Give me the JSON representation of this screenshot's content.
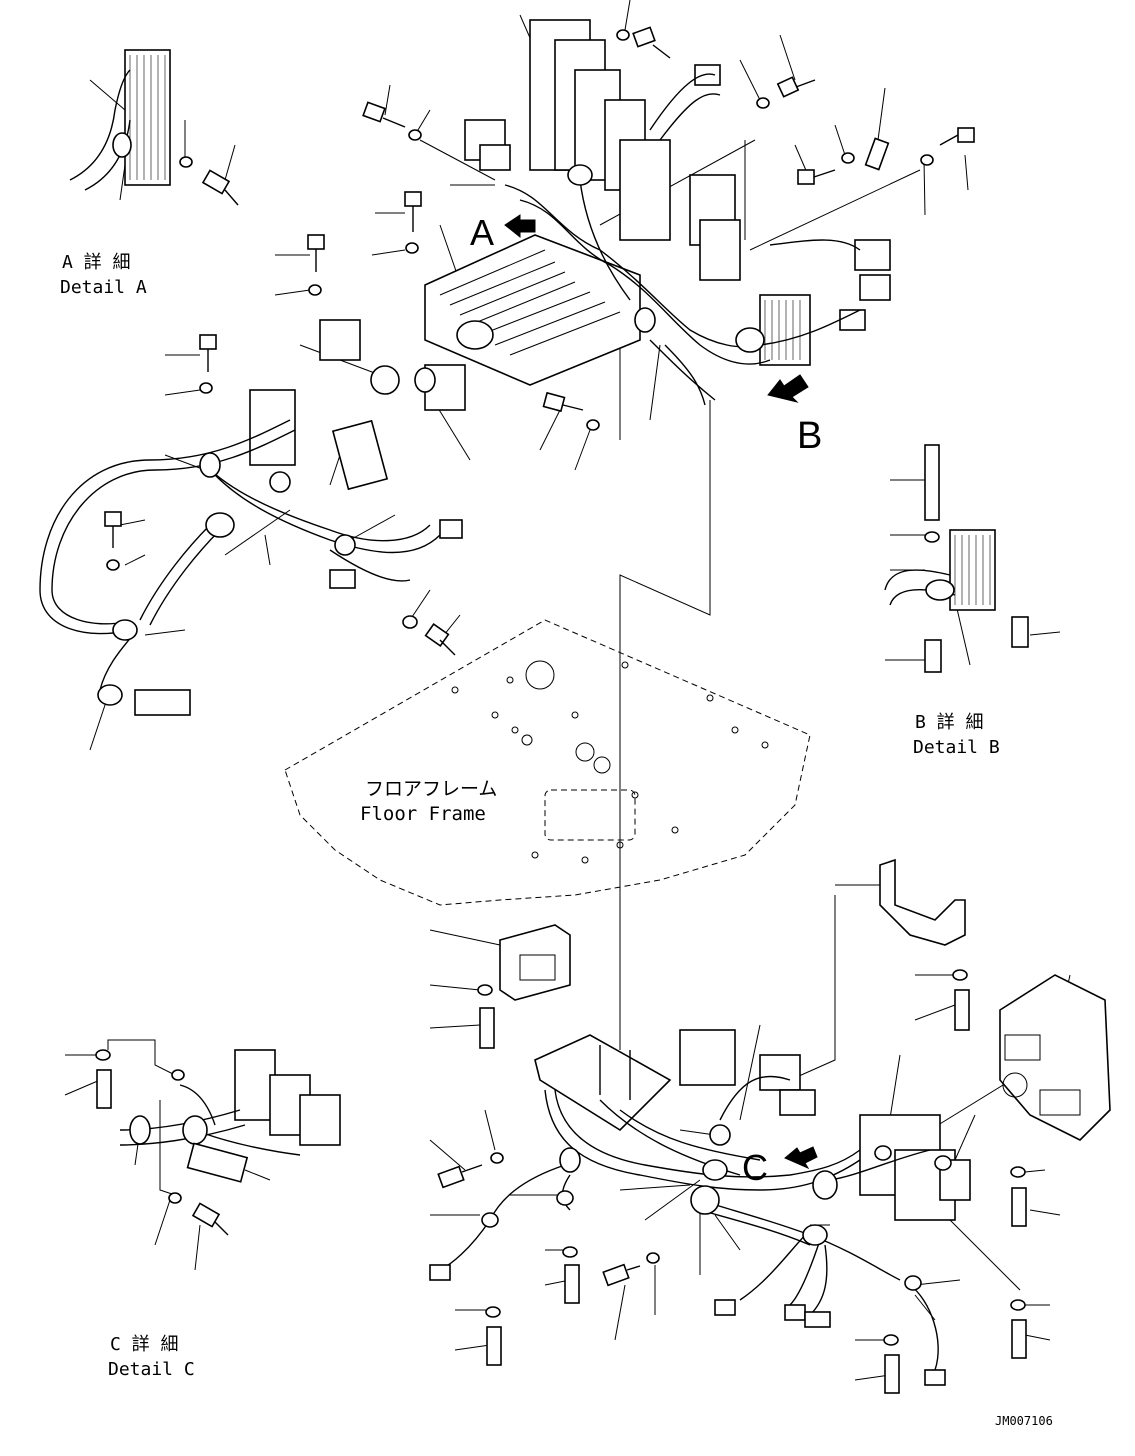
{
  "figure": {
    "drawing_number": "JM007106"
  },
  "labels": {
    "detail_a_jp": "A 詳 細",
    "detail_a_en": "Detail A",
    "detail_b_jp": "B 詳 細",
    "detail_b_en": "Detail B",
    "detail_c_jp": "C 詳 細",
    "detail_c_en": "Detail C",
    "floor_frame_jp": "フロアフレーム",
    "floor_frame_en": "Floor Frame"
  },
  "view_arrows": {
    "a": "A",
    "b": "B",
    "c": "C"
  }
}
